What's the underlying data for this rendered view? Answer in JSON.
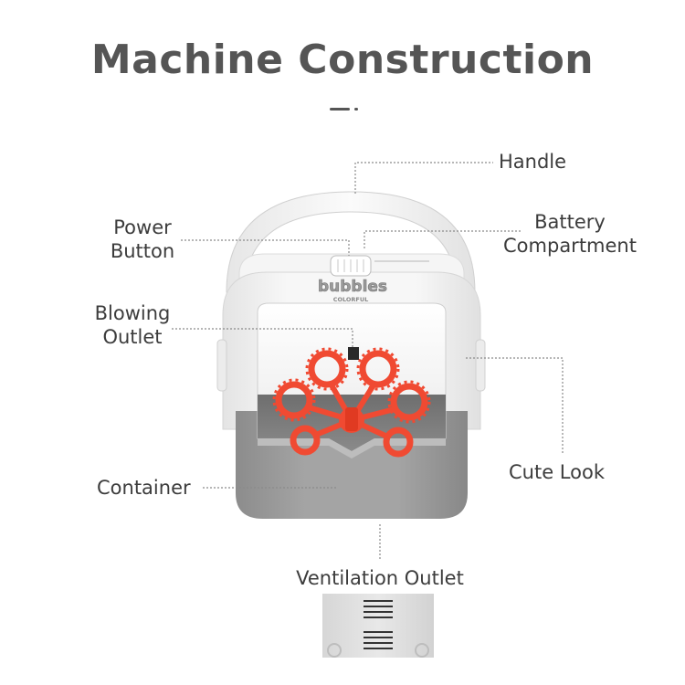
{
  "title": "Machine Construction",
  "logo_text": "bubbles",
  "logo_subtext": "COLORFUL",
  "labels": {
    "handle": "Handle",
    "power_line1": "Power",
    "power_line2": "Button",
    "battery_line1": "Battery",
    "battery_line2": "Compartment",
    "blowing_line1": "Blowing",
    "blowing_line2": "Outlet",
    "cute_look": "Cute Look",
    "container": "Container",
    "ventilation": "Ventilation Outlet"
  },
  "colors": {
    "body_white": "#f4f4f4",
    "body_grey": "#9a9a9a",
    "wand_red": "#f04a32",
    "text": "#3c3c3c",
    "title": "#555555",
    "leader": "#8a8a8a"
  }
}
